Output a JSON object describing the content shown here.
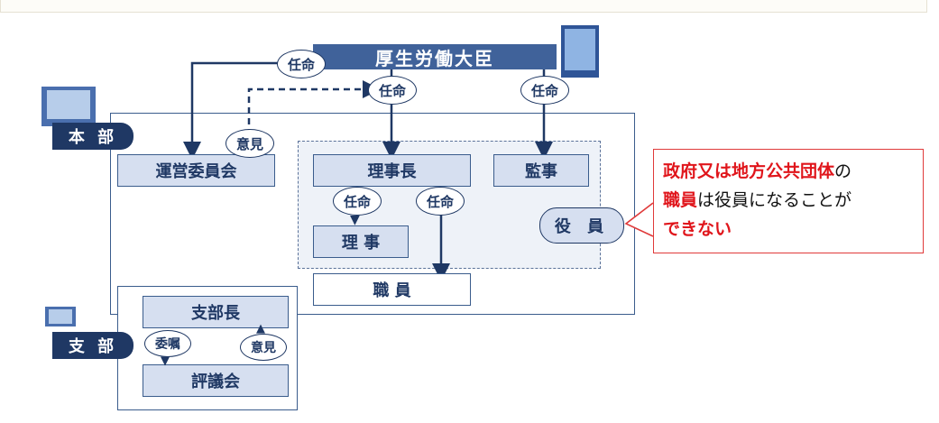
{
  "minister": "厚生労働大臣",
  "honbu_tag": "本 部",
  "shibu_tag": "支 部",
  "committee": "運営委員会",
  "chairman": "理事長",
  "auditor": "監事",
  "director": "理 事",
  "staff": "職 員",
  "branch_head": "支部長",
  "council": "評議会",
  "officers_label": "役 員",
  "labels": {
    "appoint_committee": "任命",
    "appoint_chairman": "任命",
    "appoint_auditor": "任命",
    "appoint_director": "任命",
    "appoint_staff": "任命",
    "opinion_committee": "意見",
    "commission": "委嘱",
    "opinion_branch": "意見"
  },
  "callout": {
    "part1_red": "政府又は地方公共団体",
    "part1_rest": "の",
    "part2_red": "職員",
    "part2_rest": "は役員になることが",
    "part3_red": "できない"
  },
  "colors": {
    "navy": "#1f3864",
    "box_fill": "#d6dff0",
    "minister_fill": "#40629a",
    "callout_red": "#e0151b"
  }
}
